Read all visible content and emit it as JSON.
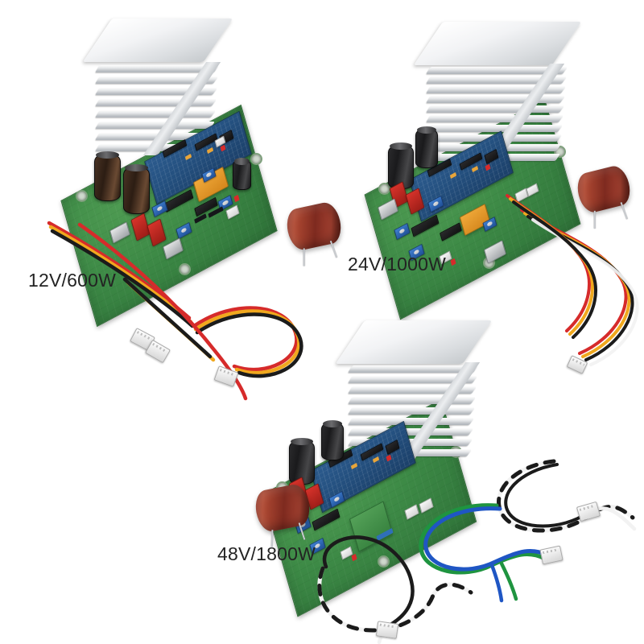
{
  "image": {
    "kind": "product-photo",
    "subject": "pure sine wave inverter driver boards",
    "background_color": "#ffffff",
    "variant_count": 3
  },
  "labels": {
    "board_1": "12V/600W",
    "board_2": "24V/1000W",
    "board_3": "48V/1800W"
  },
  "colors": {
    "pcb_green": "#3d8a46",
    "daughterboard_blue": "#24507f",
    "heatsink_silver": "#e6e8ea",
    "terminal_red": "#b9241d",
    "relay_orange": "#e49a2c",
    "trimpot_blue": "#2a62ad",
    "capacitor_black": "#1a1a1c",
    "capacitor_brown": "#3a2617",
    "film_cap_red": "#8f3326",
    "wire_red": "#d62b2b",
    "wire_yellow": "#f0a81e",
    "wire_black": "#1b1b1b",
    "wire_white": "#f2f2f2",
    "wire_blue": "#1f56c4",
    "wire_green": "#1f9440",
    "label_text": "#232323"
  },
  "boards": [
    {
      "id": "board-12v",
      "label": "12V/600W",
      "heatsink_fins": 9,
      "accessories": [
        "ribbon-wire-harness",
        "film-capacitor"
      ]
    },
    {
      "id": "board-24v",
      "label": "24V/1000W",
      "heatsink_fins": 11,
      "accessories": [
        "attached-wire-harness",
        "film-capacitor"
      ]
    },
    {
      "id": "board-48v",
      "label": "48V/1800W",
      "heatsink_fins": 10,
      "accessories": [
        "black-white-wire-pair",
        "blue-green-wire-pair",
        "film-capacitor"
      ]
    }
  ],
  "accessories": {
    "film_capacitor_count": 3,
    "wire_harness_count": 5,
    "connector_type": "JST white 2-3 pin"
  }
}
